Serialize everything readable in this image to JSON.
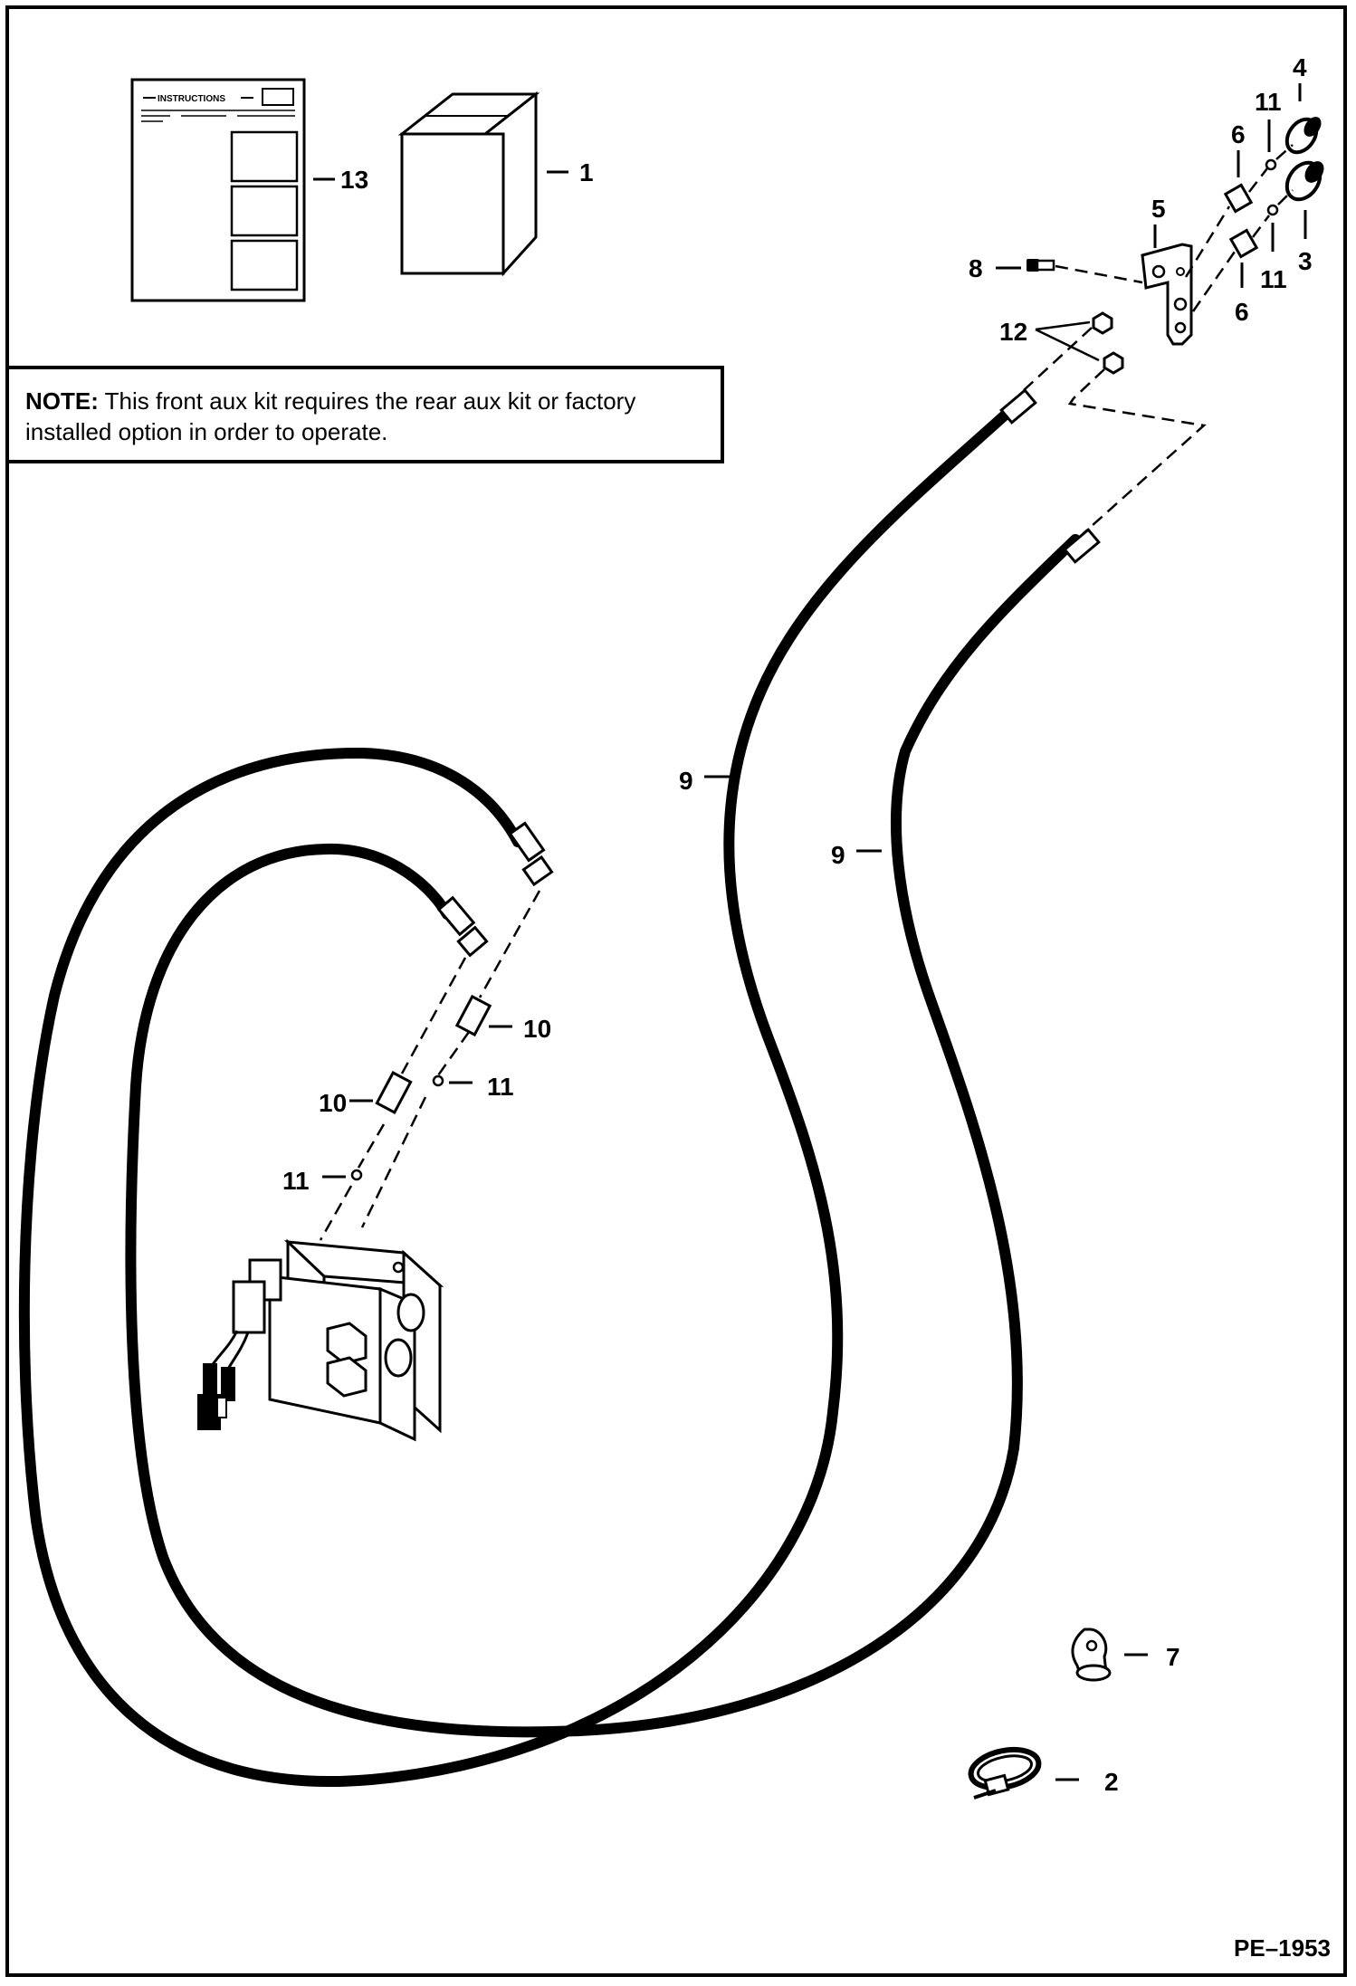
{
  "note": {
    "label": "NOTE:",
    "text": " This front aux kit requires the rear aux kit or factory installed option in order to operate."
  },
  "instructions_sheet": {
    "heading": "INSTRUCTIONS"
  },
  "callouts": {
    "c1": "1",
    "c2": "2",
    "c3": "3",
    "c4": "4",
    "c5": "5",
    "c6a": "6",
    "c6b": "6",
    "c7": "7",
    "c8": "8",
    "c9a": "9",
    "c9b": "9",
    "c10a": "10",
    "c10b": "10",
    "c11a": "11",
    "c11b": "11",
    "c11c": "11",
    "c11d": "11",
    "c12": "12",
    "c13": "13"
  },
  "figure_id": "PE–1953"
}
